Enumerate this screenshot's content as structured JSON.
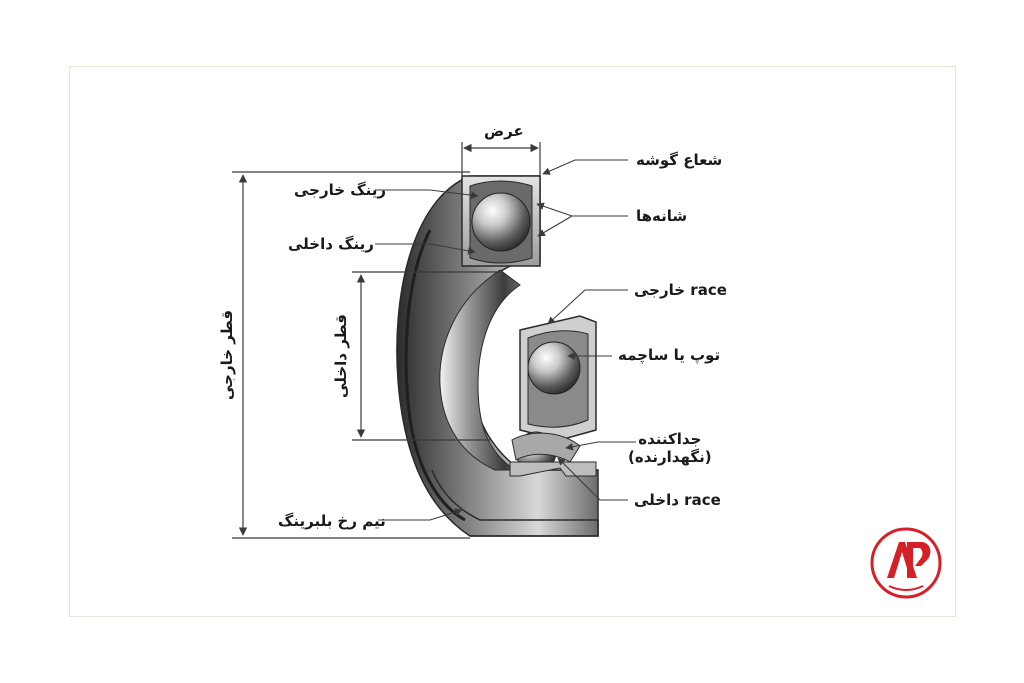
{
  "labels": {
    "width": "عرض",
    "corner_radius": "شعاع گوشه",
    "outer_ring": "رینگ خارجی",
    "shoulders": "شانه‌ها",
    "inner_ring": "رینگ داخلی",
    "outer_race": "race خارجی",
    "ball": "توپ یا ساچمه",
    "retainer_line1": "جداکننده",
    "retainer_line2": "(نگهدارنده)",
    "inner_race": "race داخلی",
    "half_section": "نیم رخ بلبرینگ",
    "outer_diameter": "قطر خارجی",
    "inner_diameter": "قطر داخلی"
  },
  "colors": {
    "text": "#1a1a1a",
    "line": "#3a3a3a",
    "logo_red": "#d62027",
    "frame_border": "#e6e4d6"
  },
  "logo": {
    "icon": "company-logo-icon"
  }
}
